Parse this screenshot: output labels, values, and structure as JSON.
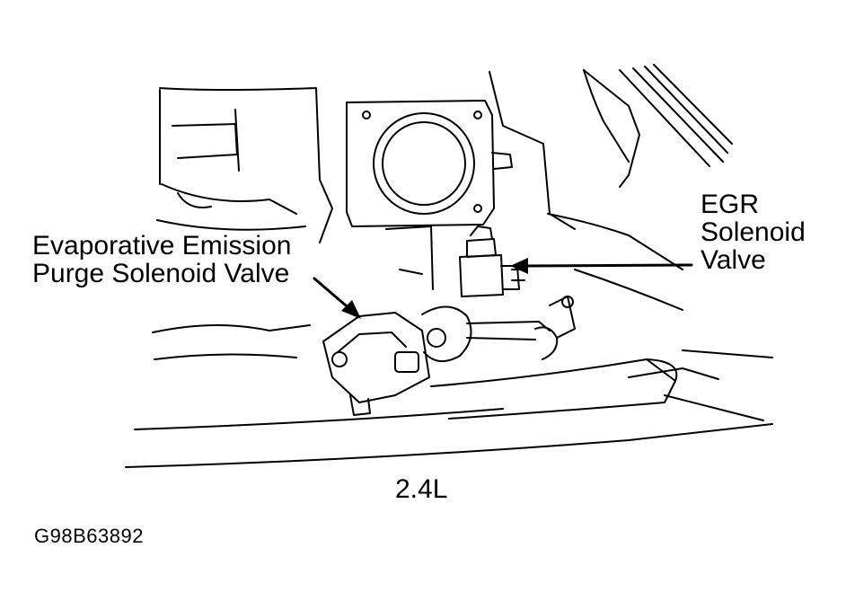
{
  "labels": {
    "evap_line1": "Evaporative Emission",
    "evap_line2": "Purge Solenoid Valve",
    "egr_line1": "EGR",
    "egr_line2": "Solenoid",
    "egr_line3": "Valve",
    "engine": "2.4L",
    "figure_id": "G98B63892"
  },
  "colors": {
    "ink": "#000000",
    "paper": "#ffffff"
  }
}
